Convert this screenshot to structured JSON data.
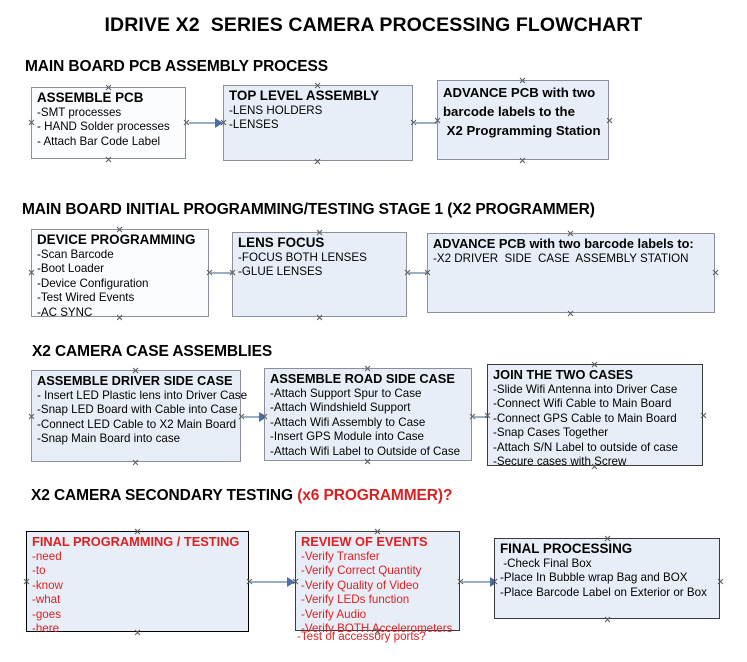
{
  "title": "IDRIVE X2  SERIES CAMERA PROCESSING FLOWCHART",
  "colors": {
    "node_fill": "#e8eef7",
    "node_border": "#8a8f99",
    "accent_red": "#e02020",
    "arrow_shaft": "#96aec6",
    "arrow_head": "#4a6fa8",
    "text": "#000000"
  },
  "sections": [
    {
      "heading": "MAIN BOARD PCB ASSEMBLY PROCESS",
      "heading_accent": "",
      "nodes": [
        {
          "title": "ASSEMBLE PCB",
          "items": [
            "-SMT processes",
            "- HAND Solder processes",
            "- Attach Bar Code Label"
          ]
        },
        {
          "title": "TOP LEVEL ASSEMBLY",
          "items": [
            "-LENS HOLDERS",
            "-LENSES"
          ]
        },
        {
          "title": "",
          "lines": [
            "ADVANCE PCB with two",
            "barcode labels to the",
            " X2 Programming Station"
          ],
          "items": []
        }
      ]
    },
    {
      "heading": "MAIN BOARD INITIAL PROGRAMMING/TESTING STAGE 1 (X2 PROGRAMMER)",
      "heading_accent": "",
      "nodes": [
        {
          "title": "DEVICE PROGRAMMING",
          "items": [
            "-Scan Barcode",
            "-Boot Loader",
            "-Device Configuration",
            "-Test Wired Events",
            "-AC SYNC"
          ]
        },
        {
          "title": "LENS FOCUS",
          "items": [
            "-FOCUS BOTH LENSES",
            "-GLUE LENSES"
          ]
        },
        {
          "title": "ADVANCE PCB with two barcode labels to:",
          "items": [
            "-X2 DRIVER  SIDE  CASE  ASSEMBLY STATION"
          ]
        }
      ]
    },
    {
      "heading": "X2 CAMERA CASE ASSEMBLIES",
      "heading_accent": "",
      "nodes": [
        {
          "title": "ASSEMBLE DRIVER SIDE CASE",
          "items": [
            "- Insert LED Plastic lens into Driver Case",
            "-Snap LED Board with Cable into Case",
            "-Connect LED Cable to X2 Main Board",
            "-Snap Main Board into case"
          ]
        },
        {
          "title": "ASSEMBLE ROAD SIDE CASE",
          "items": [
            "-Attach Support Spur to Case",
            "-Attach Windshield Support",
            "-Attach Wifi Assembly to Case",
            "-Insert GPS Module into Case",
            "-Attach Wifi Label to Outside of Case"
          ]
        },
        {
          "title": "JOIN THE TWO CASES",
          "items": [
            "-Slide Wifi Antenna into Driver Case",
            "-Connect Wifi Cable to Main Board",
            "-Connect GPS Cable to Main Board",
            "-Snap Cases Together",
            "-Attach S/N Label to outside of case",
            "-Secure cases with Screw"
          ]
        }
      ]
    },
    {
      "heading": "X2 CAMERA SECONDARY TESTING ",
      "heading_accent": "(x6 PROGRAMMER)?",
      "nodes": [
        {
          "title": "FINAL PROGRAMMING / TESTING",
          "items": [
            "-need",
            "-to",
            "-know",
            "-what",
            "-goes",
            "-here"
          ]
        },
        {
          "title": "REVIEW OF EVENTS",
          "items": [
            "-Verify Transfer",
            "-Verify Correct Quantity",
            "-Verify Quality of Video",
            "-Verify LEDs function",
            "-Verify Audio",
            "-Verify BOTH Accelerometers"
          ],
          "overflow_item": "-Test of accessory ports?"
        },
        {
          "title": "FINAL PROCESSING",
          "items": [
            " -Check Final Box",
            "-Place In Bubble wrap Bag and BOX",
            "-Place Barcode Label on Exterior or Box"
          ]
        }
      ]
    }
  ]
}
